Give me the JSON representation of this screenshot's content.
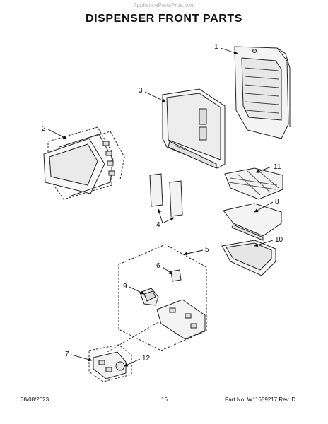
{
  "header": {
    "watermark": "AppliancePartsPros.com",
    "title": "DISPENSER FRONT PARTS"
  },
  "callouts": [
    {
      "label": "1"
    },
    {
      "label": "2"
    },
    {
      "label": "3"
    },
    {
      "label": "4"
    },
    {
      "label": "5"
    },
    {
      "label": "6"
    },
    {
      "label": "7"
    },
    {
      "label": "8"
    },
    {
      "label": "9"
    },
    {
      "label": "10"
    },
    {
      "label": "11"
    },
    {
      "label": "12"
    }
  ],
  "footer": {
    "date": "08/08/2023",
    "page_number": "16",
    "part_number": "Part No. W11659217  Rev. D"
  }
}
